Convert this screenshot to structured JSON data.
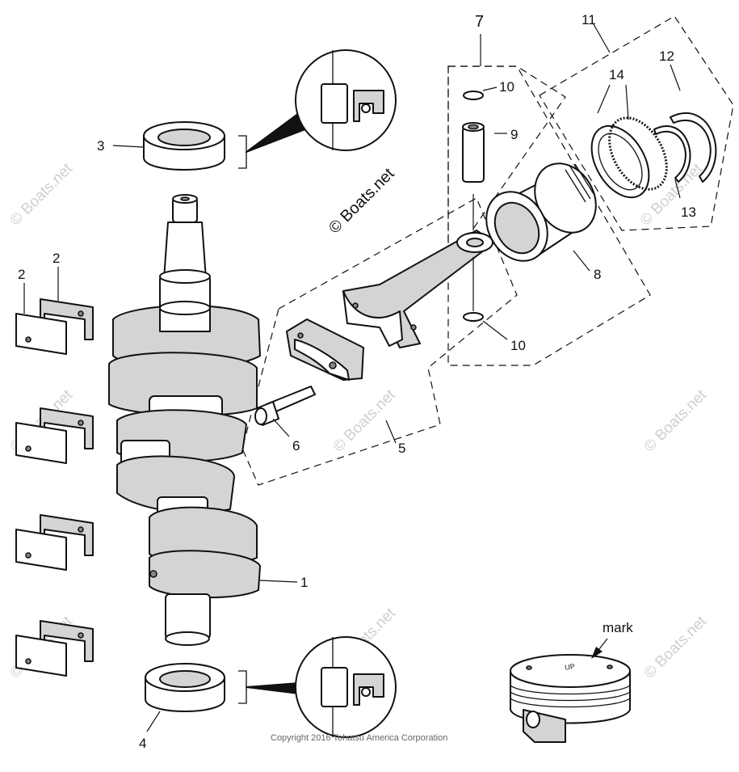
{
  "diagram": {
    "callouts": {
      "c1": "1",
      "c2a": "2",
      "c2b": "2",
      "c3": "3",
      "c4": "4",
      "c5": "5",
      "c6": "6",
      "c7": "7",
      "c8": "8",
      "c9": "9",
      "c10a": "10",
      "c10b": "10",
      "c11": "11",
      "c12": "12",
      "c13": "13",
      "c14": "14"
    },
    "mark_label": "mark",
    "piston_stamp": "UP",
    "watermark": {
      "main": "© Boats.net",
      "faint": "© Boats.net"
    },
    "copyright": "Copyright 2016 Tohatsu America Corporation"
  }
}
